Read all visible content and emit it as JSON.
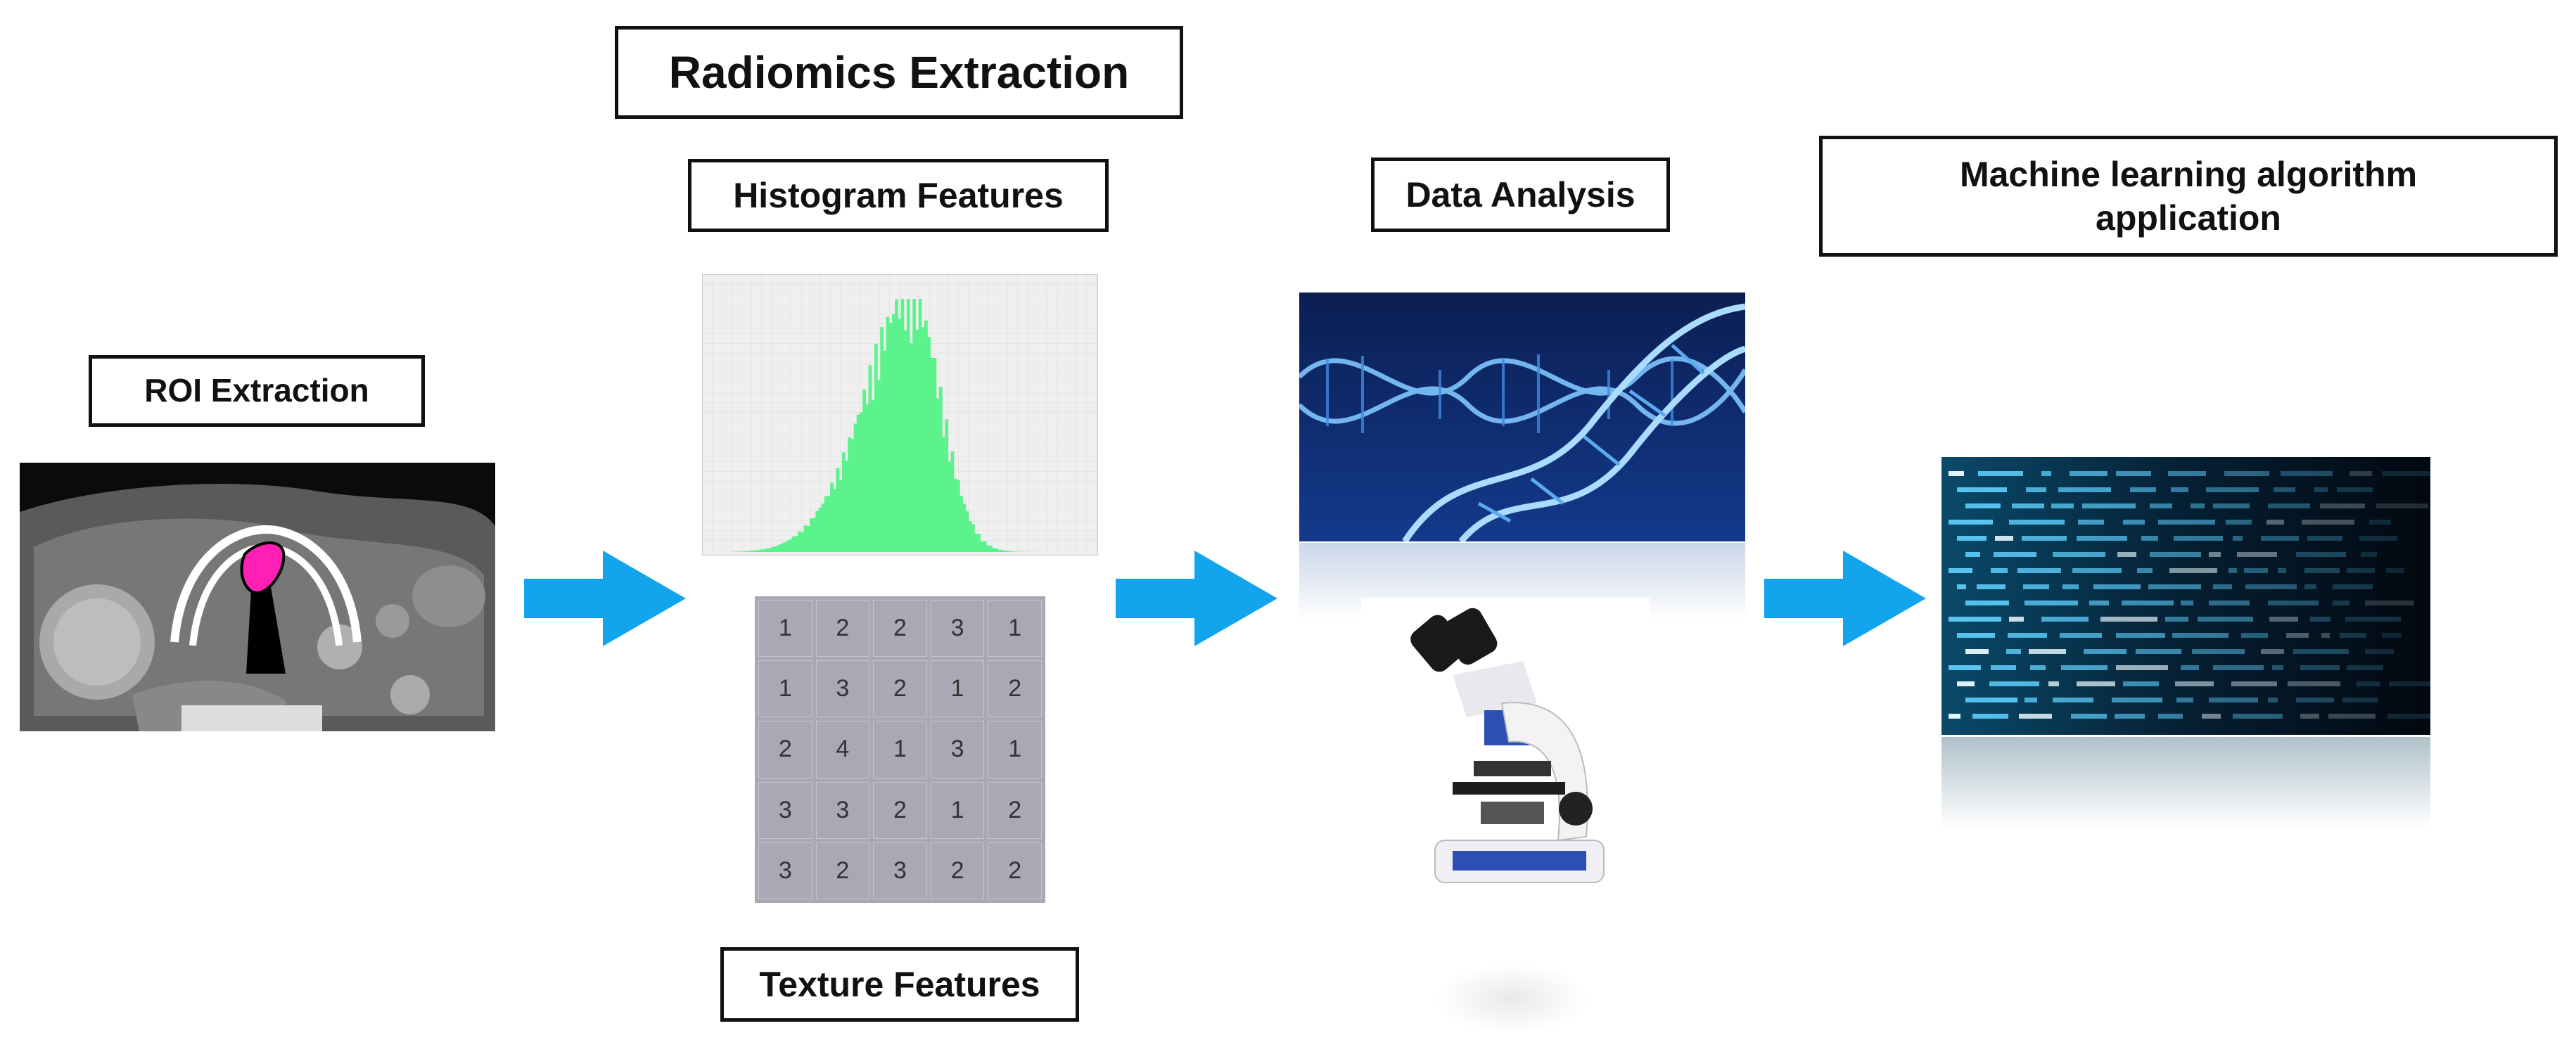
{
  "labels": {
    "roi": "ROI Extraction",
    "radiomics": "Radiomics Extraction",
    "histogram": "Histogram Features",
    "texture": "Texture Features",
    "data_analysis": "Data Analysis",
    "ml": "Machine learning algorithm\napplication"
  },
  "texture_matrix": [
    [
      1,
      2,
      2,
      3,
      1
    ],
    [
      1,
      3,
      2,
      1,
      2
    ],
    [
      2,
      4,
      1,
      3,
      1
    ],
    [
      3,
      3,
      2,
      1,
      2
    ],
    [
      3,
      2,
      3,
      2,
      2
    ]
  ],
  "colors": {
    "arrow": "#12a5ee",
    "histogram": "#5cf28c",
    "roi_highlight": "#ff1fb4"
  },
  "icons": [
    "ct-scan-image",
    "histogram-chart",
    "texture-matrix",
    "dna-helix-image",
    "microscope-image",
    "code-screen-image",
    "arrow-right-icon"
  ]
}
